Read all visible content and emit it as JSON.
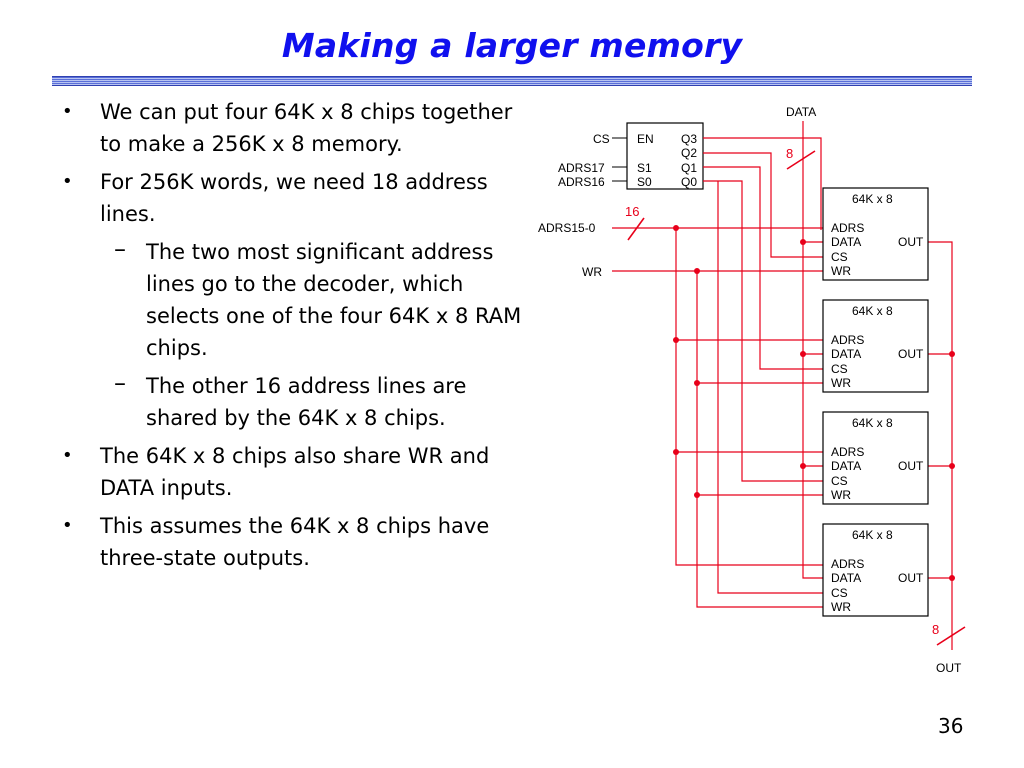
{
  "slide": {
    "title": "Making a larger memory",
    "page_number": "36",
    "bullets": [
      {
        "level": 1,
        "text": "We can put four 64K x 8 chips together to make a 256K x 8 memory."
      },
      {
        "level": 1,
        "text": "For 256K words, we need 18 address lines."
      },
      {
        "level": 2,
        "text": "The two most significant address lines go to the decoder, which selects one of the four 64K x 8 RAM chips."
      },
      {
        "level": 2,
        "text": "The other 16 address lines are shared by the 64K x 8 chips."
      },
      {
        "level": 1,
        "text": "The 64K x 8 chips also share WR and DATA inputs."
      },
      {
        "level": 1,
        "text": "This assumes the 64K x 8 chips have three-state outputs."
      }
    ],
    "bullet_marker": "•",
    "sub_marker": "–"
  },
  "diagram": {
    "data_label": "DATA",
    "out_label": "OUT",
    "cs_label": "CS",
    "adrs17_label": "ADRS17",
    "adrs16_label": "ADRS16",
    "adrs150_label": "ADRS15-0",
    "wr_label": "WR",
    "bus_width_data": "8",
    "bus_width_addr": "16",
    "bus_width_out": "8",
    "decoder": {
      "en": "EN",
      "s1": "S1",
      "s0": "S0",
      "q3": "Q3",
      "q2": "Q2",
      "q1": "Q1",
      "q0": "Q0"
    },
    "chip": {
      "title": "64K x 8",
      "adrs": "ADRS",
      "data": "DATA",
      "cs": "CS",
      "wr": "WR",
      "out": "OUT"
    },
    "colors": {
      "wire": "#e8001a",
      "title": "#1010ee"
    }
  }
}
